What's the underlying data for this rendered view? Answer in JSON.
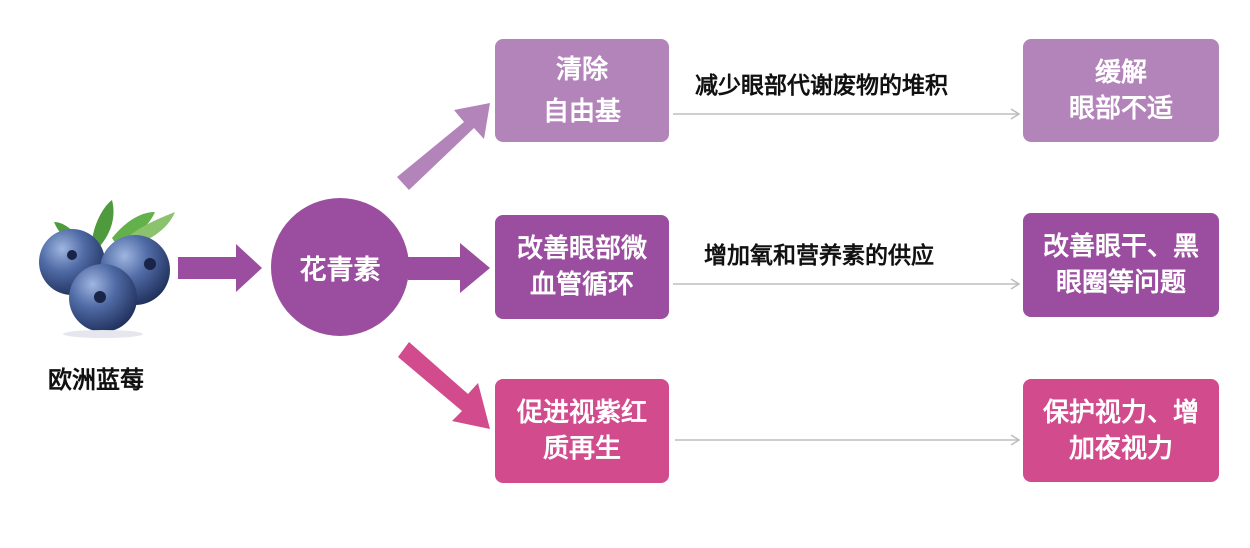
{
  "source": {
    "label": "欧洲蓝莓",
    "image": "blueberry-illustration"
  },
  "center": {
    "label": "花青素"
  },
  "rows": [
    {
      "mechanism": [
        "清除",
        "自由基"
      ],
      "description": "减少眼部代谢废物的堆积",
      "outcome": [
        "缓解",
        "眼部不适"
      ],
      "color": "#b384ba"
    },
    {
      "mechanism": [
        "改善眼部微",
        "血管循环"
      ],
      "description": "增加氧和营养素的供应",
      "outcome": [
        "改善眼干、黑",
        "眼圈等问题"
      ],
      "color": "#9b4d9f"
    },
    {
      "mechanism": [
        "促进视紫红",
        "质再生"
      ],
      "description": "",
      "outcome": [
        "保护视力、增",
        "加夜视力"
      ],
      "color": "#d14b8d"
    }
  ],
  "colors": {
    "light_purple": "#b384ba",
    "purple": "#9b4d9f",
    "pink": "#d14b8d",
    "connector": "#bdbdbd"
  }
}
